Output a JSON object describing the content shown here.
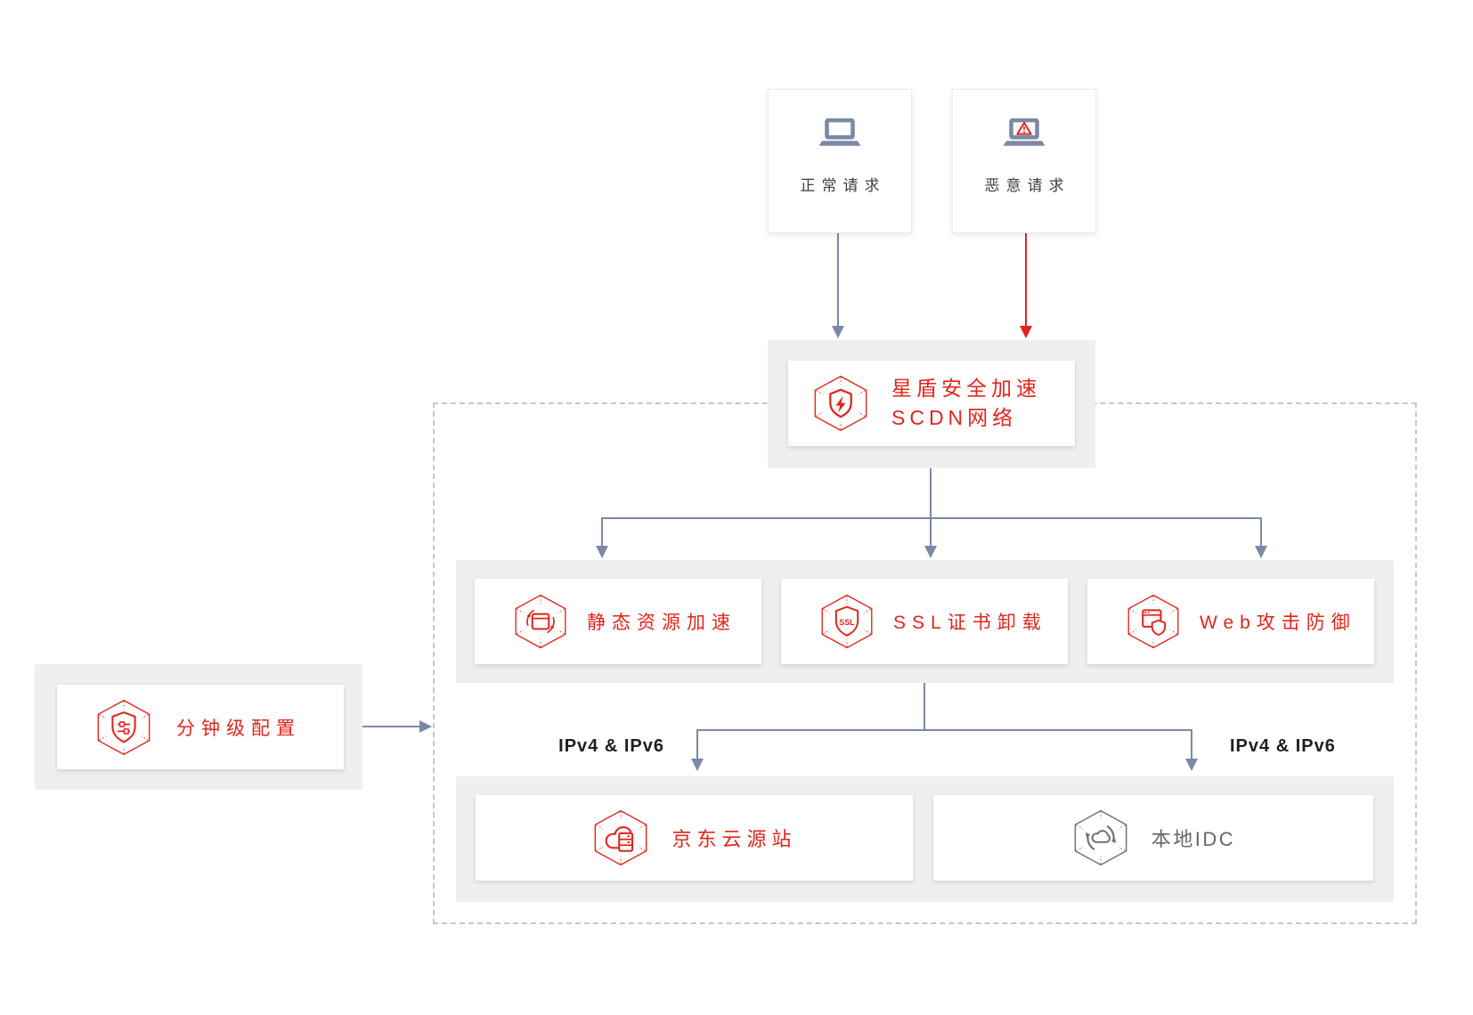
{
  "sources": [
    {
      "label": "正常请求",
      "icon": "laptop-icon"
    },
    {
      "label": "恶意请求",
      "icon": "laptop-warning-icon"
    }
  ],
  "scdn": {
    "line1": "星盾安全加速",
    "line2": "SCDN网络",
    "icon": "shield-bolt-hexagon-icon"
  },
  "services": [
    {
      "label": "静态资源加速",
      "icon": "browser-orbit-hexagon-icon"
    },
    {
      "label": "SSL证书卸载",
      "icon": "ssl-shield-hexagon-icon",
      "icon_text": "SSL"
    },
    {
      "label": "Web攻击防御",
      "icon": "web-shield-hexagon-icon"
    }
  ],
  "network_labels": {
    "left": "IPv4 & IPv6",
    "right": "IPv4 & IPv6"
  },
  "origins": [
    {
      "label": "京东云源站",
      "icon": "cloud-server-hexagon-icon"
    },
    {
      "label": "本地IDC",
      "icon": "idc-cycle-hexagon-icon"
    }
  ],
  "config": {
    "label": "分钟级配置",
    "icon": "shield-sliders-hexagon-icon"
  },
  "colors": {
    "brand_red": "#e1251b",
    "connector_blue": "#7b89a6",
    "panel_gray": "#efefef",
    "dashed_border": "#c8c8c8",
    "text_dark": "#3f3f3f",
    "text_gray": "#676767"
  }
}
